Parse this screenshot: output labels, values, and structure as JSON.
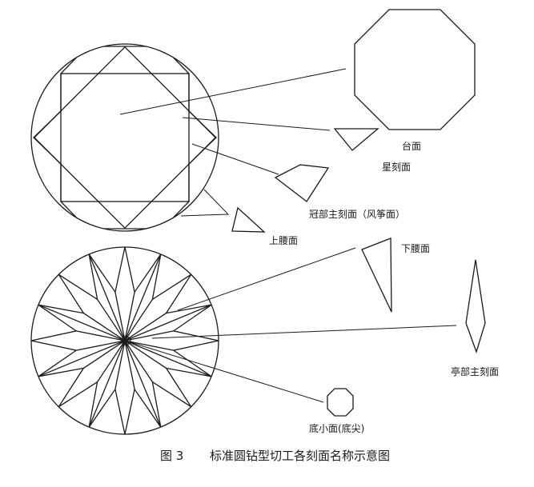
{
  "labels": {
    "table": "台面",
    "star": "星刻面",
    "crown_main": "冠部主刻面（风筝面）",
    "upper_girdle": "上腰面",
    "lower_girdle": "下腰面",
    "pavilion_main": "亭部主刻面",
    "culet": "底小面(底尖)"
  },
  "caption": {
    "figure_no": "图 3",
    "title": "标准圆钻型切工各刻面名称示意图"
  },
  "colors": {
    "line": "#1a1a1a",
    "background": "#ffffff"
  }
}
